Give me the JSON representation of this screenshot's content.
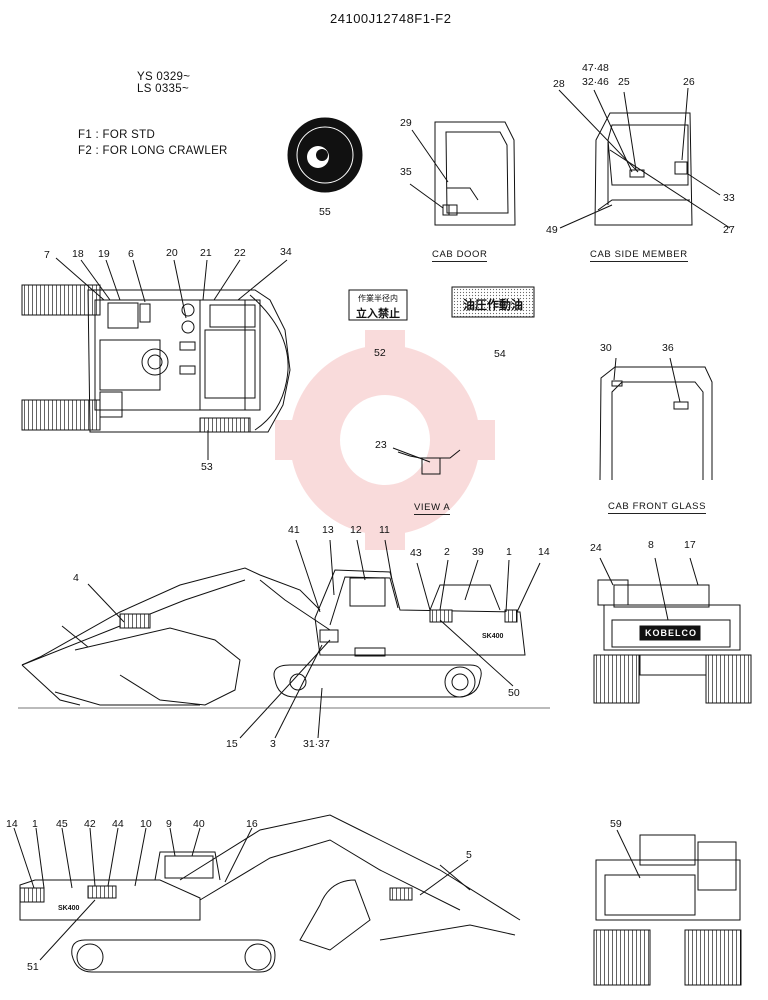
{
  "header": {
    "code": "24100J12748F1-F2"
  },
  "serials": {
    "line1": "YS 0329~",
    "line2": "LS 0335~"
  },
  "variants": {
    "f1": "F1 : FOR STD",
    "f2": "F2 : FOR LONG CRAWLER"
  },
  "captions": {
    "cab_door": "CAB DOOR",
    "cab_side_member": "CAB SIDE MEMBER",
    "cab_front_glass": "CAB FRONT GLASS",
    "view_a": "VIEW A"
  },
  "decals": {
    "d52_line1": "作業半径内",
    "d52_line2": "立入禁止",
    "d54_text": "油圧作動油",
    "brand_rear": "KOBELCO",
    "model_badge": "SK400"
  },
  "callouts": {
    "c55": "55",
    "c29": "29",
    "c35": "35",
    "c4748": "47·48",
    "c3246": "32·46",
    "c25": "25",
    "c26": "26",
    "c28": "28",
    "c33": "33",
    "c27": "27",
    "c49": "49",
    "c7": "7",
    "c18": "18",
    "c19": "19",
    "c6": "6",
    "c20": "20",
    "c21": "21",
    "c22": "22",
    "c34": "34",
    "c53": "53",
    "c52": "52",
    "c54": "54",
    "c30": "30",
    "c36": "36",
    "c23": "23",
    "c41": "41",
    "c13": "13",
    "c12": "12",
    "c11": "11",
    "c43": "43",
    "c2": "2",
    "c39": "39",
    "c1a": "1",
    "c14a": "14",
    "c4": "4",
    "c50": "50",
    "c15": "15",
    "c3": "3",
    "c3137": "31·37",
    "c24": "24",
    "c8": "8",
    "c17": "17",
    "c14b": "14",
    "c1b": "1",
    "c45": "45",
    "c42": "42",
    "c44": "44",
    "c10": "10",
    "c9": "9",
    "c40": "40",
    "c16": "16",
    "c5": "5",
    "c51": "51",
    "c59": "59"
  }
}
